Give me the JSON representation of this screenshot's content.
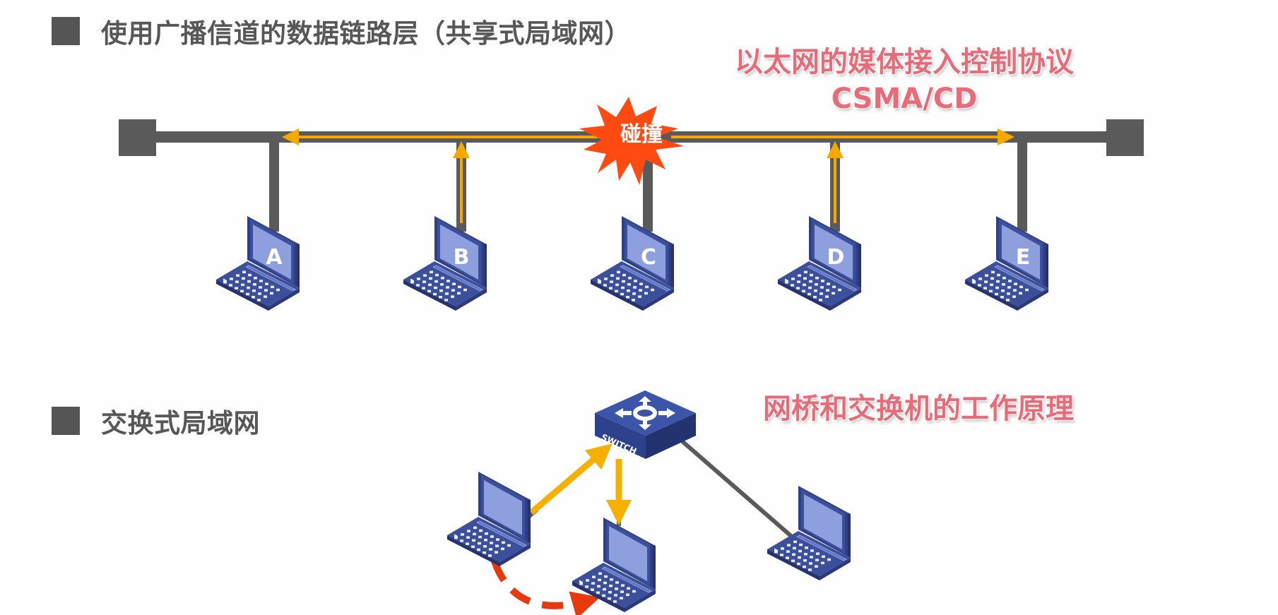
{
  "slide": {
    "background": "#fefefe"
  },
  "section1": {
    "heading": "使用广播信道的数据链路层（共享式局域网）",
    "caption_line1": "以太网的媒体接入控制协议",
    "caption_line2": "CSMA/CD",
    "collision_label": "碰撞",
    "hosts": [
      {
        "label": "A",
        "transmitting": false
      },
      {
        "label": "B",
        "transmitting": true
      },
      {
        "label": "C",
        "transmitting": false
      },
      {
        "label": "D",
        "transmitting": true
      },
      {
        "label": "E",
        "transmitting": false
      }
    ]
  },
  "section2": {
    "heading": "交换式局域网",
    "caption": "网桥和交换机的工作原理",
    "switch_label": "SWITCH"
  },
  "colors": {
    "bus": "#5a5a5a",
    "signal": "#f5a800",
    "collision": "#ff4a12",
    "laptop_body": "#3c4f9a",
    "laptop_screen": "#8d9fdc",
    "caption": "#e56c78",
    "heading": "#575757",
    "dashed_arrow": "#e8380d"
  }
}
